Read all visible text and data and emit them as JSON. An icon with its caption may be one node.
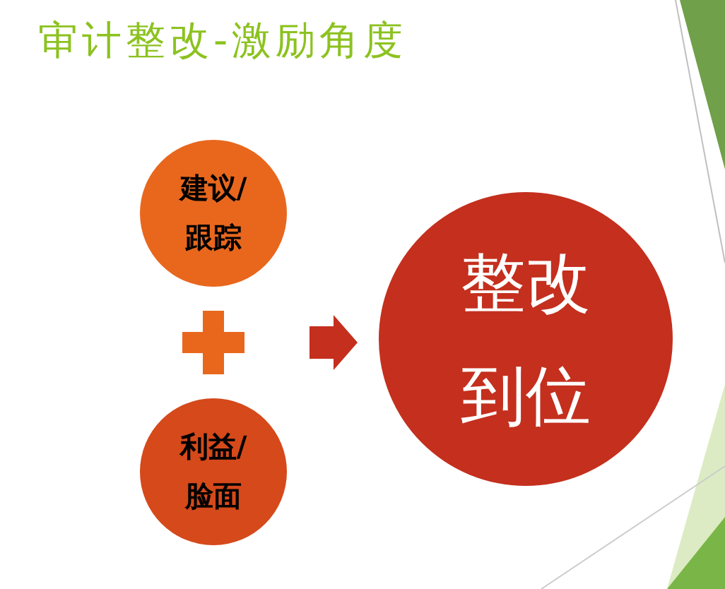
{
  "diagram": {
    "title": "审计整改-激励角度",
    "nodes": [
      {
        "text": [
          "建议/跟踪"
        ]
      },
      {
        "text": [],
        "shape": "plus"
      },
      {
        "text": [
          "利益/脸面"
        ]
      },
      {
        "text": [
          "整改到位"
        ]
      }
    ],
    "edges": [
      {
        "from": 1,
        "to": 3,
        "arrow": "to"
      }
    ]
  }
}
